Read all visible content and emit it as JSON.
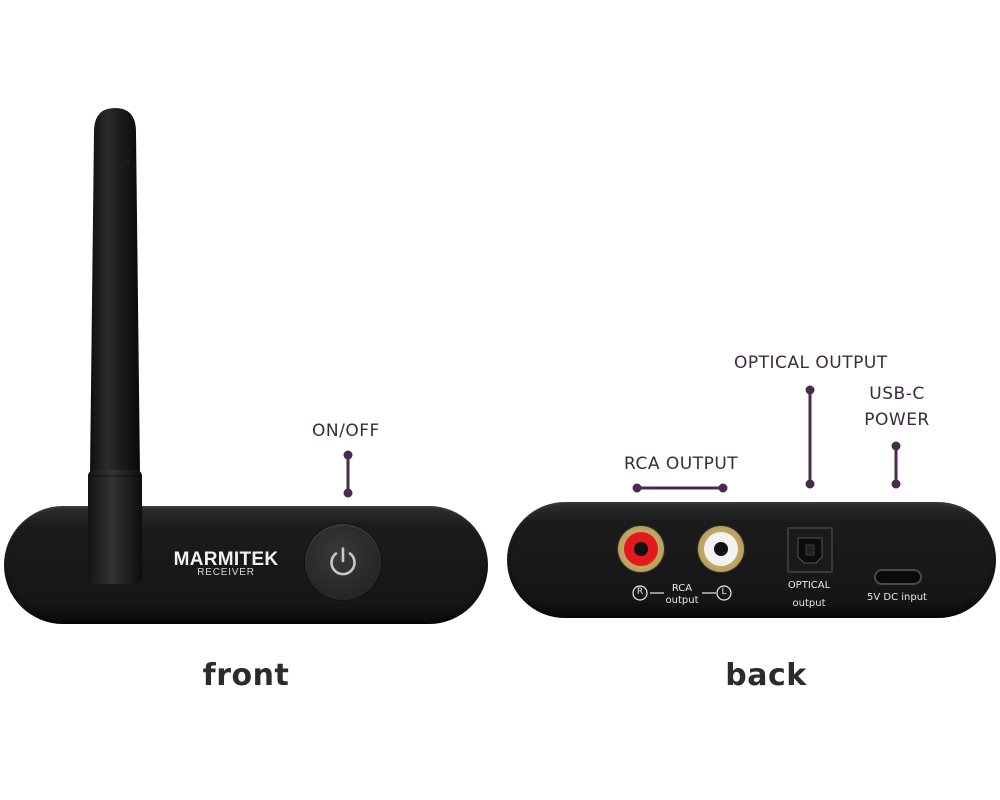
{
  "callouts": {
    "on_off": "ON/OFF",
    "rca_output": "RCA OUTPUT",
    "optical_output": "OPTICAL OUTPUT",
    "usbc_power_line1": "USB-C",
    "usbc_power_line2": "POWER"
  },
  "captions": {
    "front": "front",
    "back": "back"
  },
  "front_device": {
    "brand": "MARMITEK",
    "model": "RECEIVER"
  },
  "back_device": {
    "rca_r": "R",
    "rca_l": "L",
    "rca_label_top": "RCA",
    "rca_label_bottom": "output",
    "optical_label_top": "OPTICAL",
    "optical_label_bottom": "output",
    "usbc_label": "5V DC input"
  },
  "colors": {
    "callout_accent": "#4a2a4f",
    "rca_right": "#e3191b",
    "rca_left": "#f2f2f2"
  },
  "icons": {
    "power": "power-icon"
  }
}
